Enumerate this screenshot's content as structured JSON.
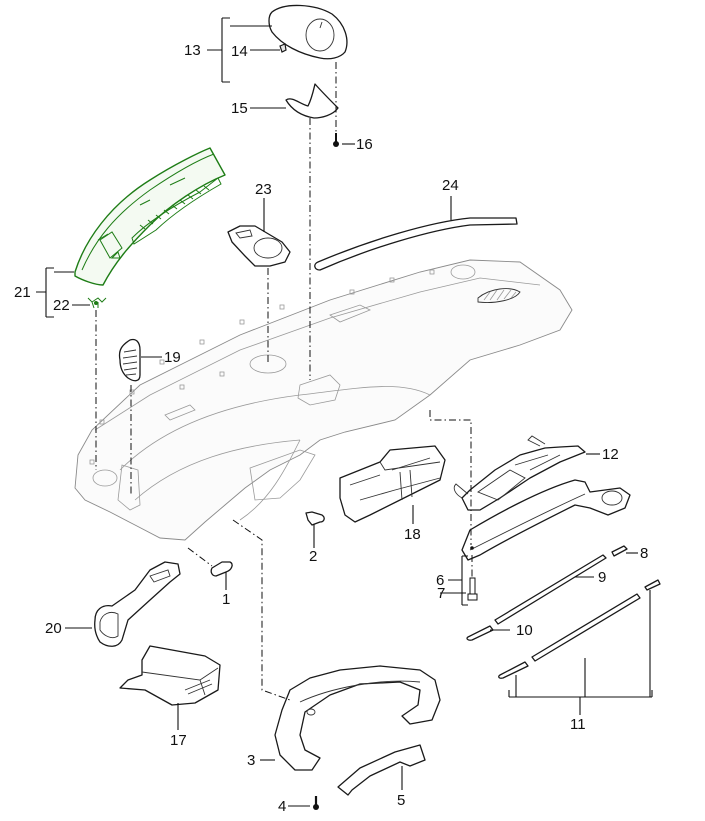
{
  "diagram": {
    "type": "exploded-parts-diagram",
    "highlight_color": "#1e7d16",
    "line_color": "#1a1a1a",
    "callouts": [
      {
        "id": "1",
        "label": "1"
      },
      {
        "id": "2",
        "label": "2"
      },
      {
        "id": "3",
        "label": "3"
      },
      {
        "id": "4",
        "label": "4"
      },
      {
        "id": "5",
        "label": "5"
      },
      {
        "id": "6",
        "label": "6"
      },
      {
        "id": "7",
        "label": "7"
      },
      {
        "id": "8",
        "label": "8"
      },
      {
        "id": "9",
        "label": "9"
      },
      {
        "id": "10",
        "label": "10"
      },
      {
        "id": "11",
        "label": "11"
      },
      {
        "id": "12",
        "label": "12"
      },
      {
        "id": "13",
        "label": "13"
      },
      {
        "id": "14",
        "label": "14"
      },
      {
        "id": "15",
        "label": "15"
      },
      {
        "id": "16",
        "label": "16"
      },
      {
        "id": "17",
        "label": "17"
      },
      {
        "id": "18",
        "label": "18"
      },
      {
        "id": "19",
        "label": "19"
      },
      {
        "id": "20",
        "label": "20"
      },
      {
        "id": "21",
        "label": "21"
      },
      {
        "id": "22",
        "label": "22"
      },
      {
        "id": "23",
        "label": "23"
      },
      {
        "id": "24",
        "label": "24"
      }
    ],
    "highlighted_callouts": [
      "21",
      "22"
    ]
  }
}
